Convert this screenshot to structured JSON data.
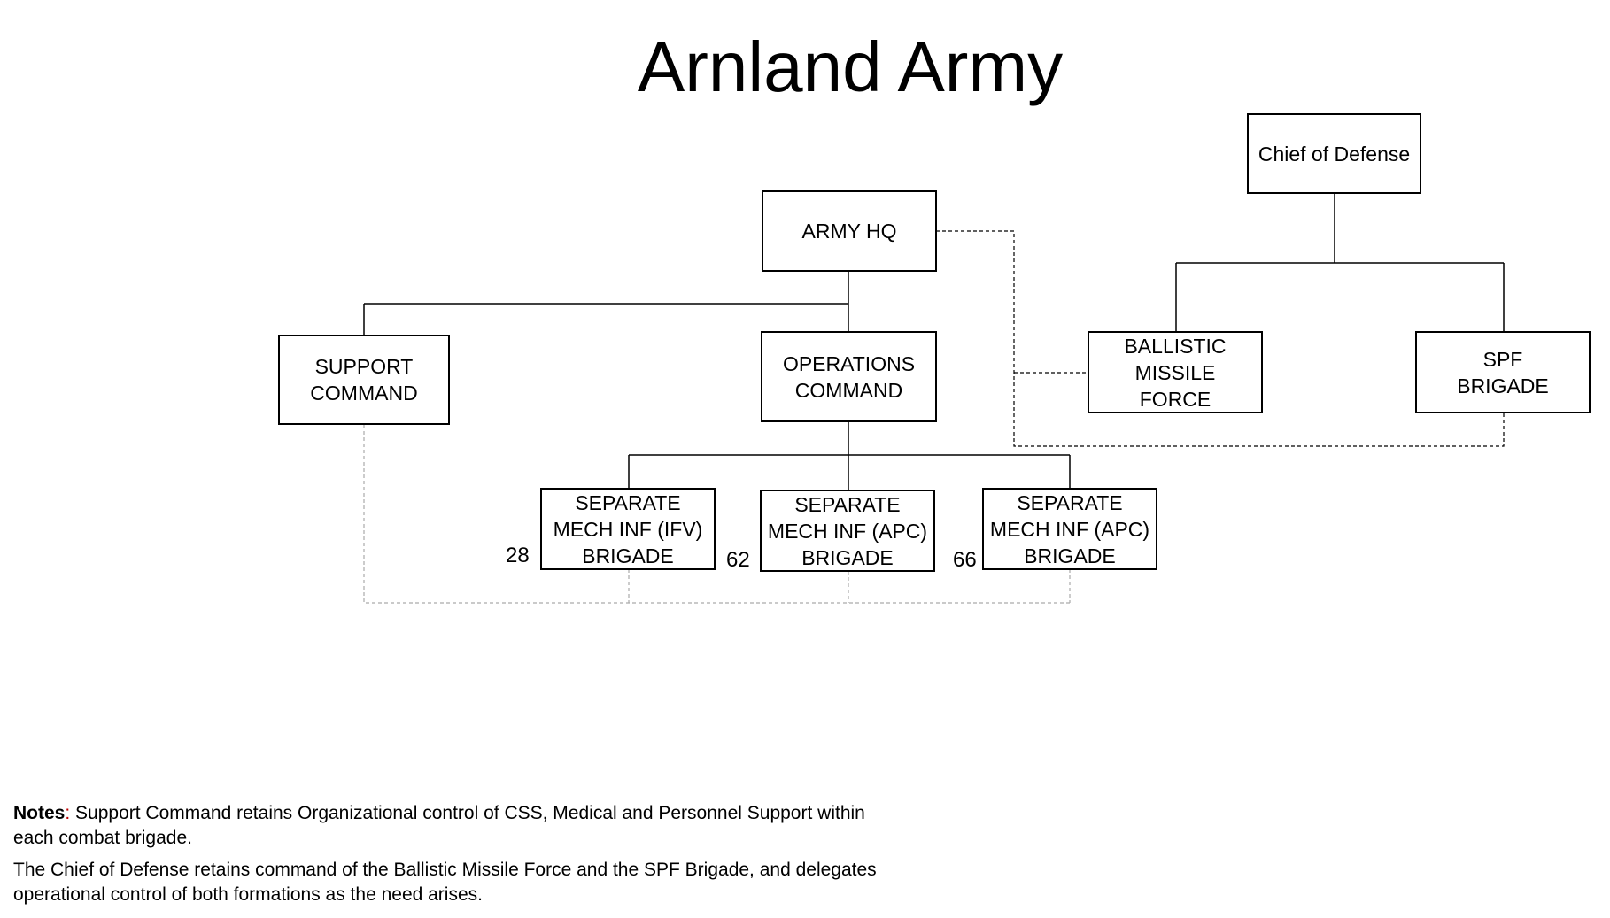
{
  "title": "Arnland Army",
  "nodes": {
    "chief_of_defense": "Chief of Defense",
    "army_hq": "ARMY HQ",
    "support_command": "SUPPORT\nCOMMAND",
    "operations_command": "OPERATIONS\nCOMMAND",
    "ballistic_missile_force": "BALLISTIC MISSILE\nFORCE",
    "spf_brigade": "SPF\nBRIGADE",
    "brigade_28": "SEPARATE\nMECH INF (IFV)\nBRIGADE",
    "brigade_62": "SEPARATE\nMECH INF (APC)\nBRIGADE",
    "brigade_66": "SEPARATE\nMECH INF (APC)\nBRIGADE"
  },
  "unit_numbers": {
    "brigade_28": "28",
    "brigade_62": "62",
    "brigade_66": "66"
  },
  "notes": {
    "label": "Notes",
    "colon": ":",
    "line1": " Support Command retains Organizational control of CSS, Medical and Personnel Support within each combat brigade.",
    "line2": "The Chief of Defense retains command of the Ballistic Missile Force and the SPF Brigade, and delegates operational control of both formations as the need arises."
  }
}
